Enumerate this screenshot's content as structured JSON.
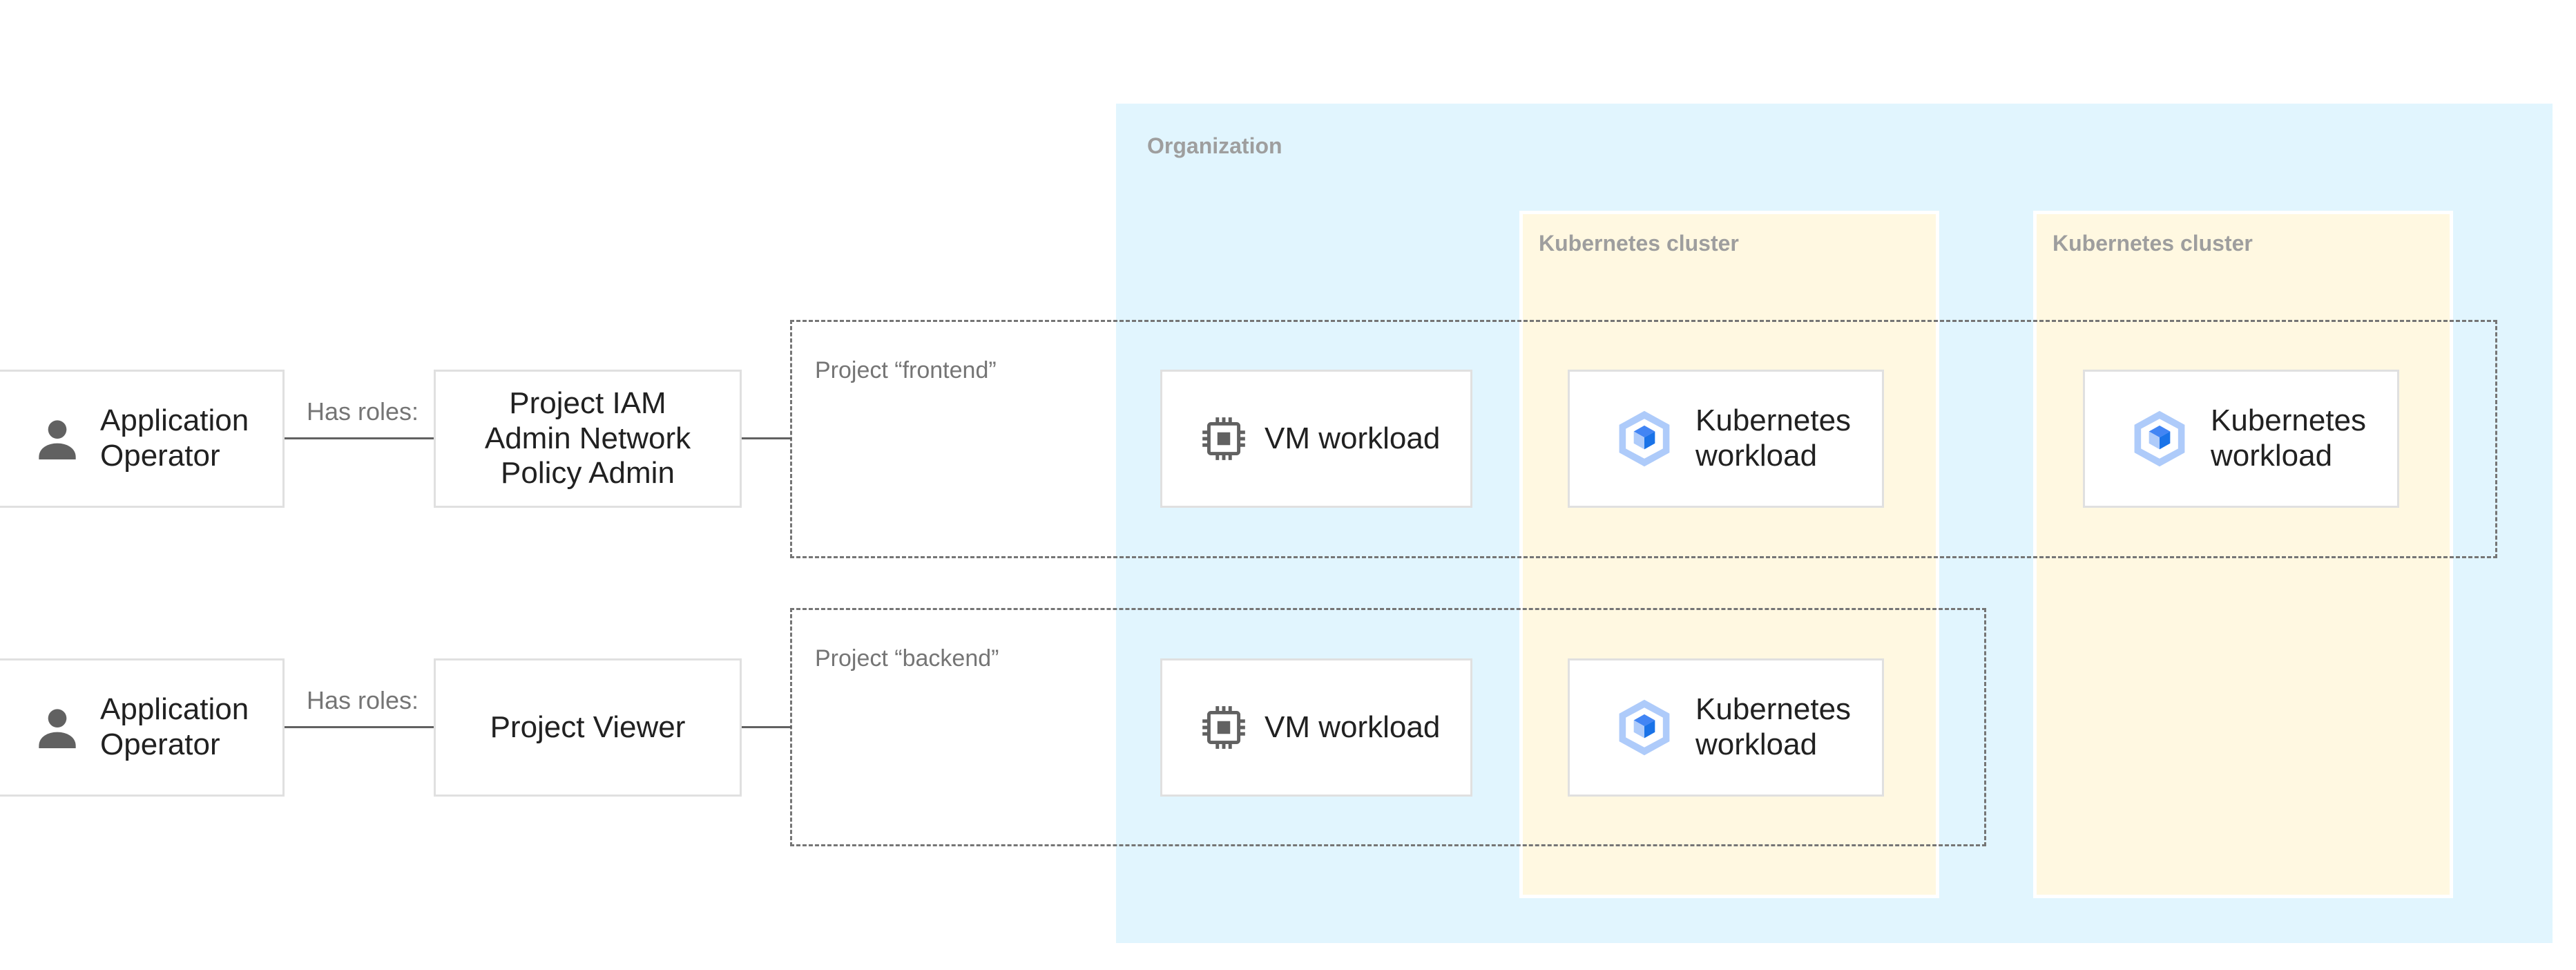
{
  "organization": {
    "label": "Organization",
    "color": "#e1f5fe"
  },
  "clusters": [
    {
      "label": "Kubernetes cluster",
      "color": "#fff8e1"
    },
    {
      "label": "Kubernetes cluster",
      "color": "#fff8e1"
    }
  ],
  "projects": [
    {
      "label": "Project “frontend”"
    },
    {
      "label": "Project “backend”"
    }
  ],
  "rows": [
    {
      "operator": {
        "label": "Application\nOperator",
        "icon": "person-icon"
      },
      "role_caption": "Has roles:",
      "role": "Project IAM\nAdmin Network\nPolicy Admin",
      "vm_workload": {
        "label": "VM workload",
        "icon": "cpu-chip-icon"
      },
      "k8s_workloads": [
        {
          "label": "Kubernetes\nworkload",
          "icon": "kubernetes-engine-icon"
        },
        {
          "label": "Kubernetes\nworkload",
          "icon": "kubernetes-engine-icon"
        }
      ]
    },
    {
      "operator": {
        "label": "Application\nOperator",
        "icon": "person-icon"
      },
      "role_caption": "Has roles:",
      "role": "Project Viewer",
      "vm_workload": {
        "label": "VM workload",
        "icon": "cpu-chip-icon"
      },
      "k8s_workloads": [
        {
          "label": "Kubernetes\nworkload",
          "icon": "kubernetes-engine-icon"
        }
      ]
    }
  ],
  "colors": {
    "icon_gray": "#616161",
    "k8s_blue_light": "#aecbfa",
    "k8s_blue": "#4285f4",
    "k8s_blue_dark": "#1a73e8"
  }
}
